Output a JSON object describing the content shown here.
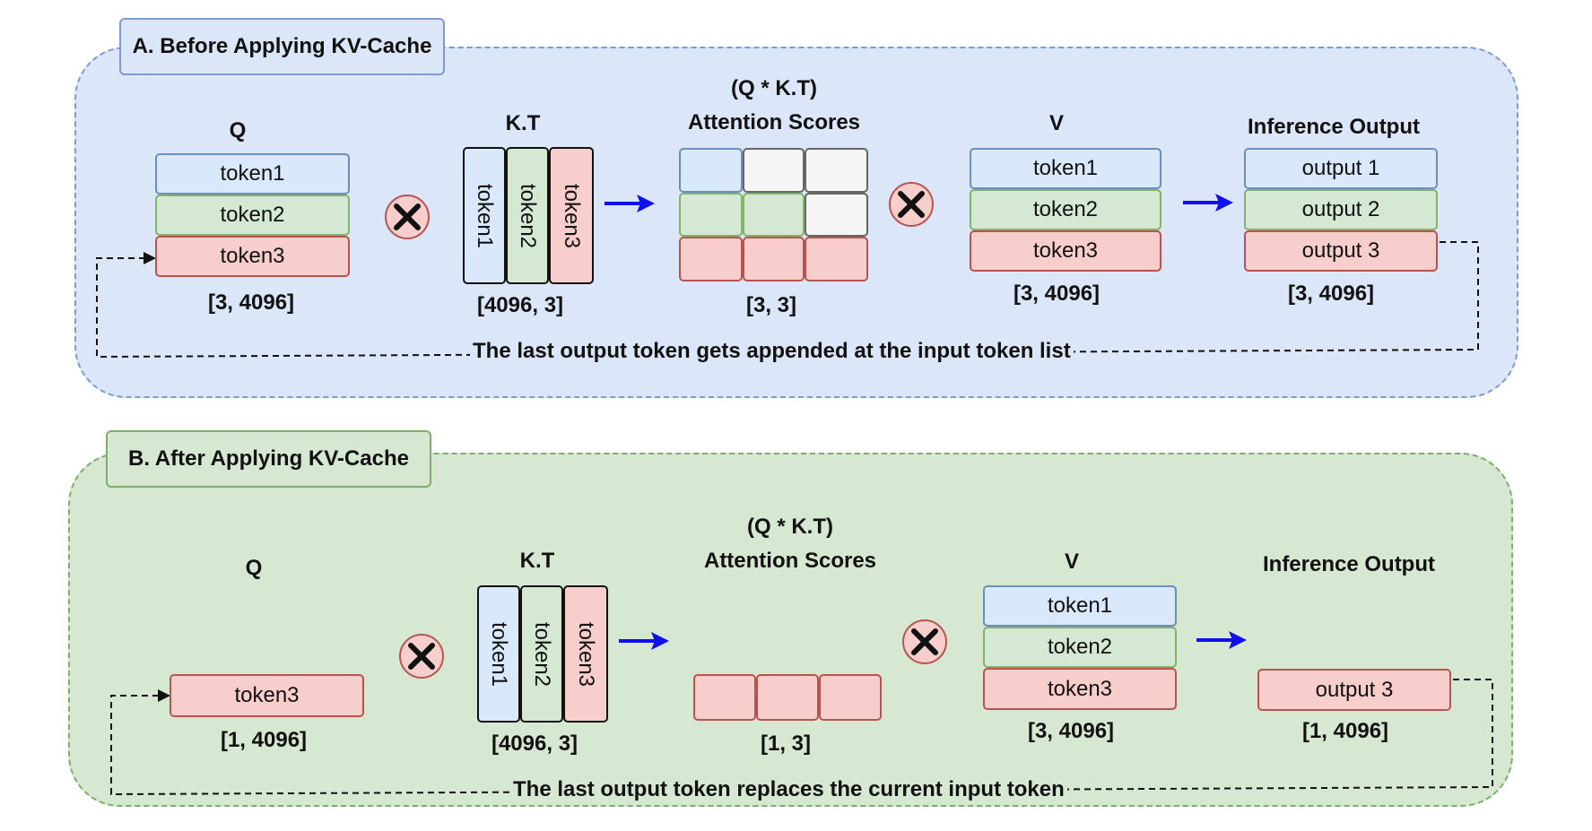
{
  "section_a": {
    "title": "A. Before Applying KV-Cache",
    "q": {
      "header": "Q",
      "rows": [
        "token1",
        "token2",
        "token3"
      ],
      "dims": "[3, 4096]"
    },
    "kt": {
      "header": "K.T",
      "cols": [
        "token1",
        "token2",
        "token3"
      ],
      "dims": "[4096, 3]"
    },
    "scores": {
      "header_line1": "(Q * K.T)",
      "header_line2": "Attention Scores",
      "dims": "[3, 3]"
    },
    "v": {
      "header": "V",
      "rows": [
        "token1",
        "token2",
        "token3"
      ],
      "dims": "[3, 4096]"
    },
    "output": {
      "header": "Inference Output",
      "rows": [
        "output 1",
        "output 2",
        "output 3"
      ],
      "dims": "[3, 4096]"
    },
    "caption": "The last output token gets appended at the input token list"
  },
  "section_b": {
    "title": "B. After Applying KV-Cache",
    "q": {
      "header": "Q",
      "rows": [
        "token3"
      ],
      "dims": "[1, 4096]"
    },
    "kt": {
      "header": "K.T",
      "cols": [
        "token1",
        "token2",
        "token3"
      ],
      "dims": "[4096, 3]"
    },
    "scores": {
      "header_line1": "(Q * K.T)",
      "header_line2": "Attention Scores",
      "dims": "[1, 3]"
    },
    "v": {
      "header": "V",
      "rows": [
        "token1",
        "token2",
        "token3"
      ],
      "dims": "[3, 4096]"
    },
    "output": {
      "header": "Inference Output",
      "rows": [
        "output 3"
      ],
      "dims": "[1, 4096]"
    },
    "caption": "The last output token replaces the current input token"
  },
  "colors": {
    "panel_a_fill": "#dbe6f8",
    "panel_b_fill": "#d7e8d2",
    "token_blue": "#dae8fc",
    "token_green": "#d5e8d4",
    "token_red": "#f8cecc",
    "arrow": "#1010ee"
  },
  "icons": {
    "multiply": "multiply-icon",
    "arrow": "right-arrow-icon"
  }
}
